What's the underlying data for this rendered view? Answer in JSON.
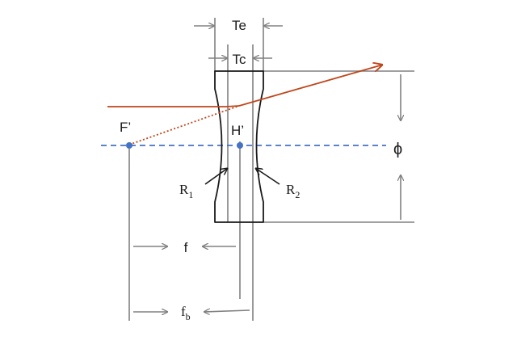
{
  "labels": {
    "te": "Te",
    "tc": "Tc",
    "focal_point": "F’",
    "principal_point": "H’",
    "diameter": "ϕ",
    "r1_main": "R",
    "r1_sub": "1",
    "r2_main": "R",
    "r2_sub": "2",
    "focal_length": "f",
    "back_focal_main": "f",
    "back_focal_sub": "b"
  },
  "colors": {
    "lens_outline": "#1a1a1a",
    "dimension_lines": "#808080",
    "ray": "#c0461b",
    "optical_axis": "#4472c4",
    "points": "#4472c4"
  }
}
